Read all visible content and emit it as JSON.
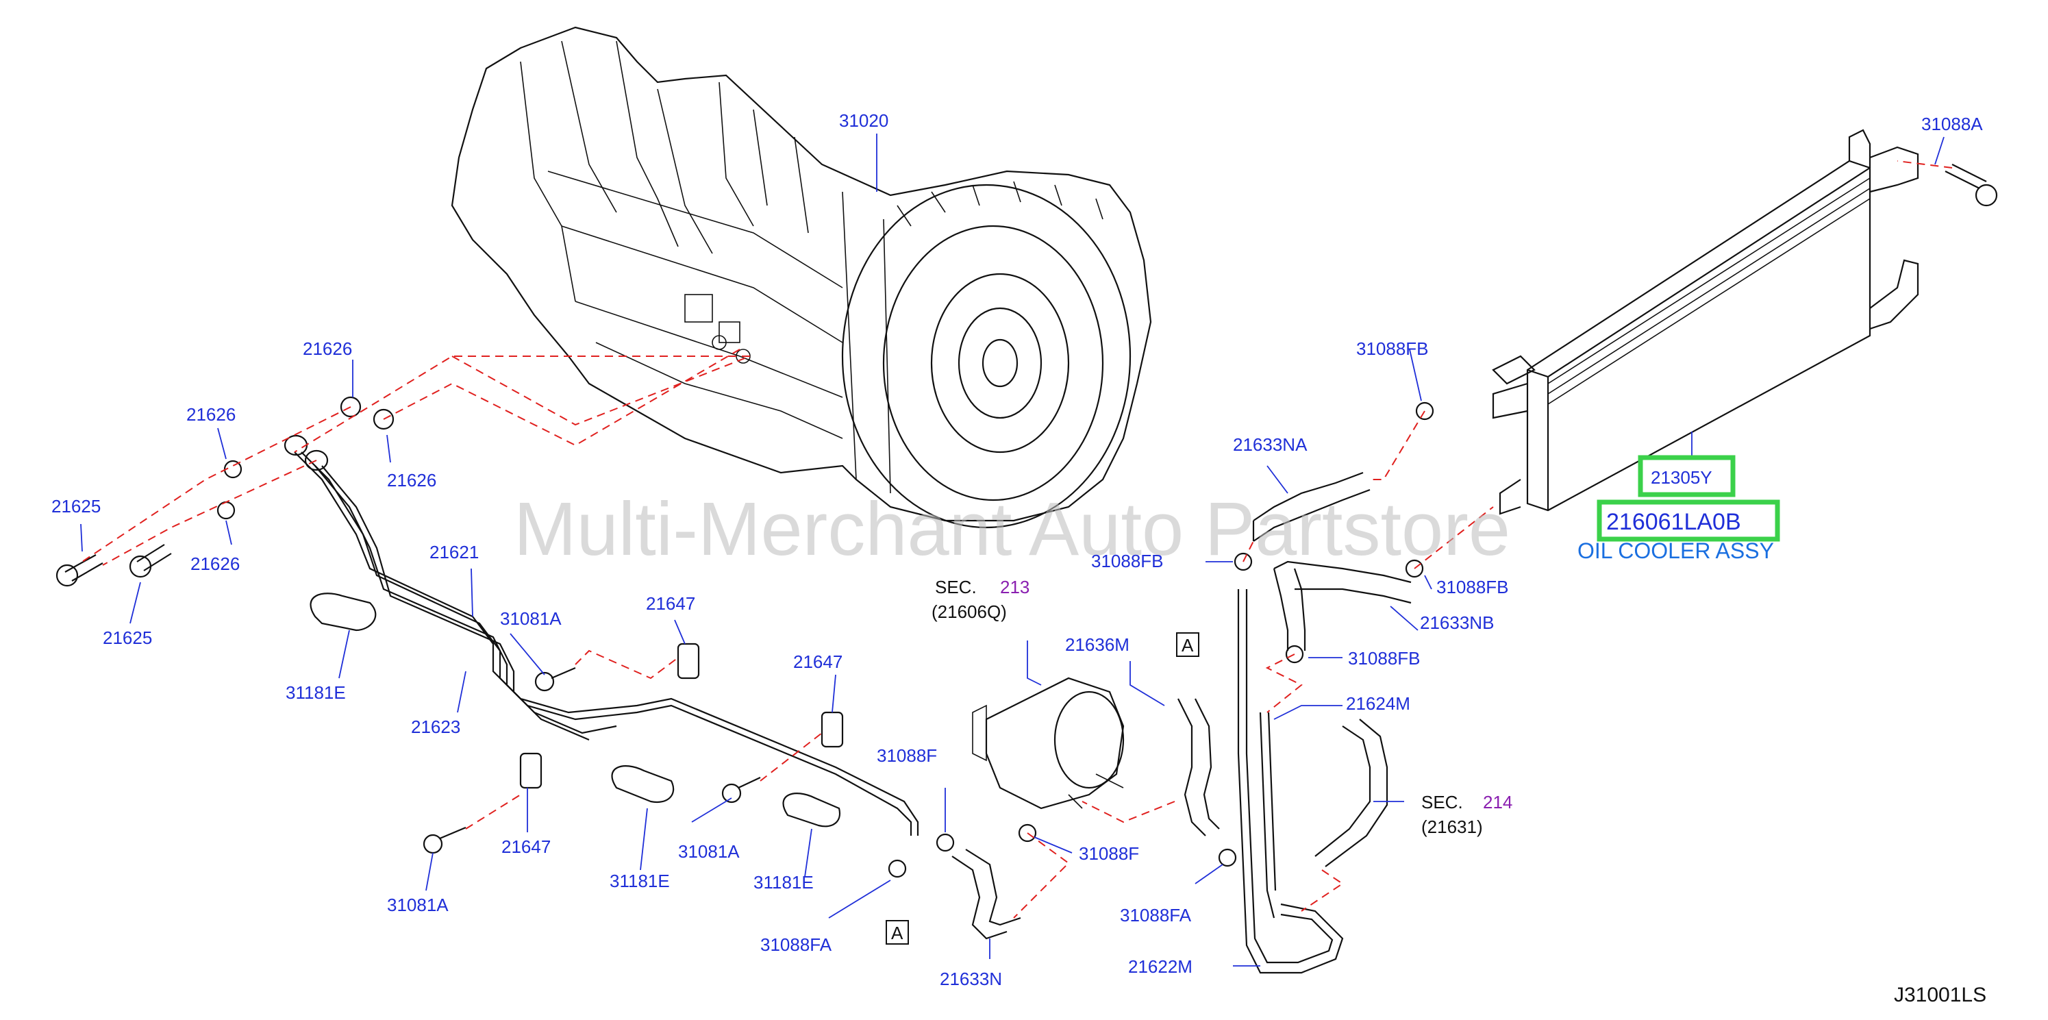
{
  "diagram_code": "J31001LS",
  "watermark": "Multi-Merchant Auto Partstore",
  "highlighted": {
    "part_21305Y": "21305Y",
    "part_216061LA0B": "216061LA0B",
    "oil_cooler_caption": "OIL COOLER ASSY"
  },
  "callout_A": "A",
  "sections": {
    "sec213": {
      "prefix": "SEC.",
      "num": "213",
      "ref": "(21606Q)"
    },
    "sec214": {
      "prefix": "SEC.",
      "num": "214",
      "ref": "(21631)"
    }
  },
  "labels": {
    "l31020": "31020",
    "l31088A": "31088A",
    "l31088FB_1": "31088FB",
    "l21633NA": "21633NA",
    "l31088FB_2": "31088FB",
    "l31088FB_3": "31088FB",
    "l21633NB": "21633NB",
    "l31088FB_4": "31088FB",
    "l21624M": "21624M",
    "l21626_1": "21626",
    "l21626_2": "21626",
    "l21626_3": "21626",
    "l21626_4": "21626",
    "l21625_1": "21625",
    "l21625_2": "21625",
    "l21621": "21621",
    "l21623": "21623",
    "l31181E_1": "31181E",
    "l31081A_1": "31081A",
    "l21647_1": "21647",
    "l21647_2": "21647",
    "l21647_3": "21647",
    "l31081A_2": "31081A",
    "l31081A_3": "31081A",
    "l31181E_2": "31181E",
    "l31181E_3": "31181E",
    "l31088F_1": "31088F",
    "l31088F_2": "31088F",
    "l31088FA_1": "31088FA",
    "l31088FA_2": "31088FA",
    "l21633N": "21633N",
    "l21636M": "21636M",
    "l21622M": "21622M"
  },
  "colors": {
    "part_label": "#1f2fd8",
    "dashed_guide": "#e0201e",
    "highlight_box": "#3bd14a",
    "section_number": "#8a1fb0",
    "cooler_caption": "#1a6fe0"
  }
}
